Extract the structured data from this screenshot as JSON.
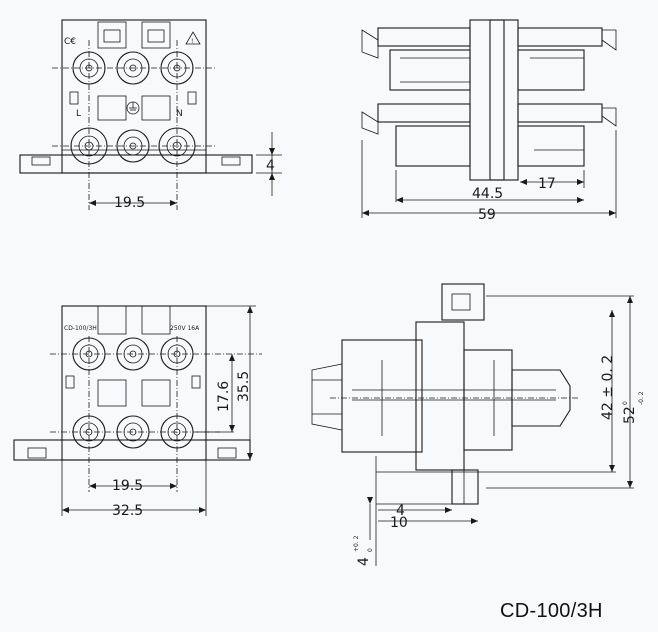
{
  "model": "CD-100/3H",
  "top_left": {
    "dim_height": "4",
    "dim_pitch": "19.5",
    "marks": {
      "ce": "C€",
      "warning": "!",
      "live": "L",
      "neutral": "N"
    }
  },
  "top_right": {
    "dim_inner": "17",
    "dim_mid": "44.5",
    "dim_total": "59"
  },
  "bottom_left": {
    "label_model": "CD-100/3H",
    "label_rating": "250V 16A",
    "dim_v_inner": "17.6",
    "dim_v_outer": "35.5",
    "dim_pitch": "19.5",
    "dim_width": "32.5"
  },
  "bottom_right": {
    "dim_42": "42 ± 0. 2",
    "dim_52": "52",
    "dim_52_tol_upper": "0",
    "dim_52_tol_lower": "-0. 2",
    "dim_4": "4",
    "dim_10": "10",
    "dim_4v": "4",
    "dim_4v_tol_upper": "+0. 2",
    "dim_4v_tol_lower": "0"
  }
}
